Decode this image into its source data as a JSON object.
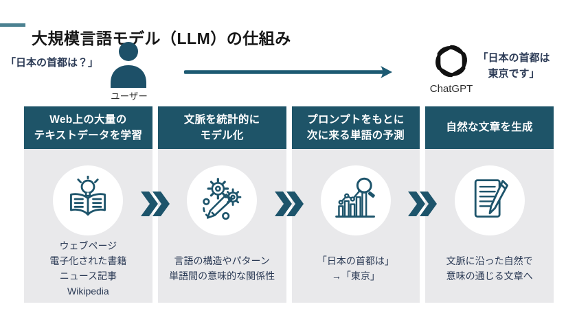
{
  "title": "大規模言語モデル（LLM）の仕組み",
  "colors": {
    "accent_teal_dark": "#1E5468",
    "accent_teal_line": "#4B8191",
    "arrow_teal": "#1D5A72",
    "panel_gray": "#E9E9EB",
    "text_navy": "#2B3A55",
    "logo_black": "#111111",
    "circle_white": "#FFFFFF"
  },
  "top_flow": {
    "user_question": "「日本の首都は？」",
    "user_icon": "person-icon",
    "user_label": "ユーザー",
    "arrow_icon": "right-arrow-icon",
    "assistant_logo_icon": "chatgpt-logo-icon",
    "assistant_label": "ChatGPT",
    "assistant_answer": "「日本の首都は\n東京です」"
  },
  "steps": [
    {
      "header": "Web上の大量の\nテキストデータを学習",
      "icon": "book-lightbulb-icon",
      "description": "ウェブページ\n電子化された書籍\nニュース記事\nWikipedia"
    },
    {
      "header": "文脈を統計的に\nモデル化",
      "icon": "pencil-gears-icon",
      "description": "言語の構造やパターン\n単語間の意味的な関係性"
    },
    {
      "header": "プロンプトをもとに\n次に来る単語の予測",
      "icon": "chart-magnifier-icon",
      "description": "「日本の首都は」\n→「東京」"
    },
    {
      "header": "自然な文章を生成",
      "icon": "document-pencil-icon",
      "description": "文脈に沿った自然で\n意味の通じる文章へ"
    }
  ],
  "step_connector_icon": "double-chevron-right-icon"
}
